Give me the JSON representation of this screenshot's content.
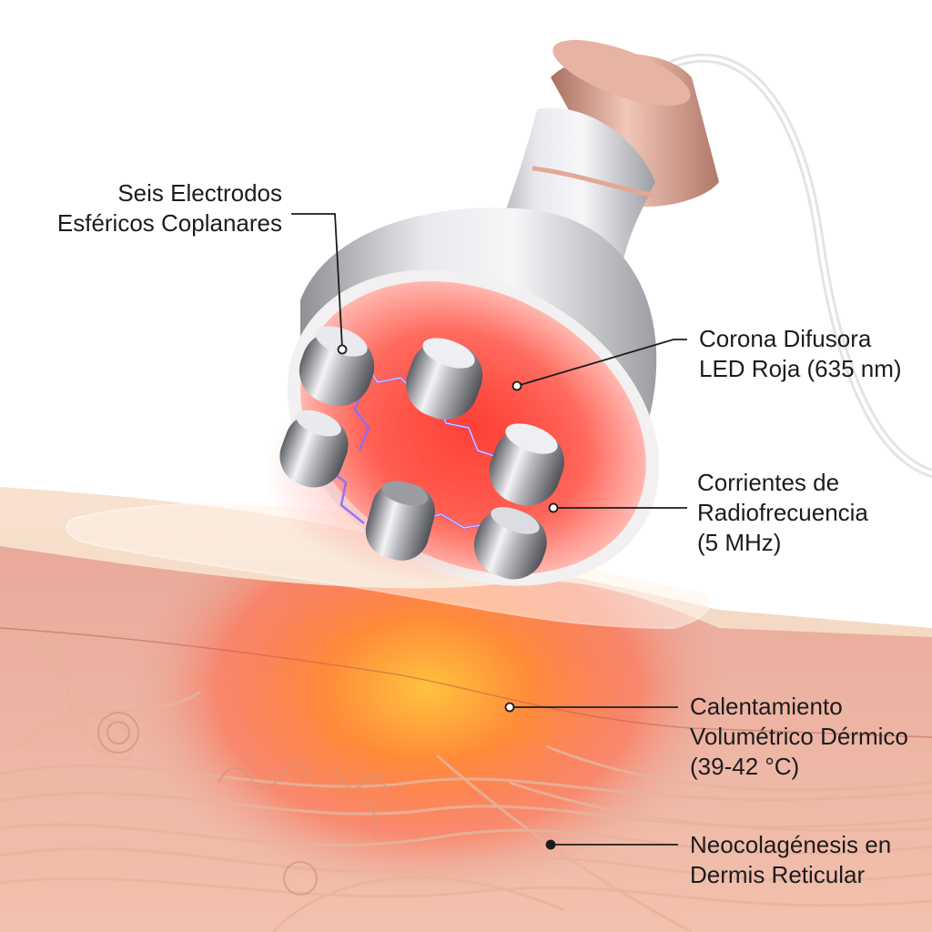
{
  "labels": {
    "electrodes": {
      "line1": "Seis Electrodos",
      "line2": "Esféricos Coplanares"
    },
    "led_crown": {
      "line1": "Corona Difusora",
      "line2": "LED Roja (635 nm)"
    },
    "rf_currents": {
      "line1": "Corrientes de",
      "line2": "Radiofrecuencia",
      "line3": "(5 MHz)"
    },
    "heating": {
      "line1": "Calentamiento",
      "line2": "Volumétrico Dérmico",
      "line3": "(39-42 °C)"
    },
    "neocollagenesis": {
      "line1": "Neocolagénesis en",
      "line2": "Dermis Reticular"
    }
  },
  "colors": {
    "led_glow": "#ff5a4e",
    "rose_gold": "#d9a08f",
    "silver": "#c9cbd0",
    "skin_surface": "#f3d6bd",
    "dermis": "#e8a898",
    "heat_core": "#ffb43a",
    "rf_arc": "#8a6cff"
  },
  "icons": [
    "rf-device-illustration",
    "electrode-icon",
    "rf-arc-icon",
    "skin-cross-section"
  ]
}
